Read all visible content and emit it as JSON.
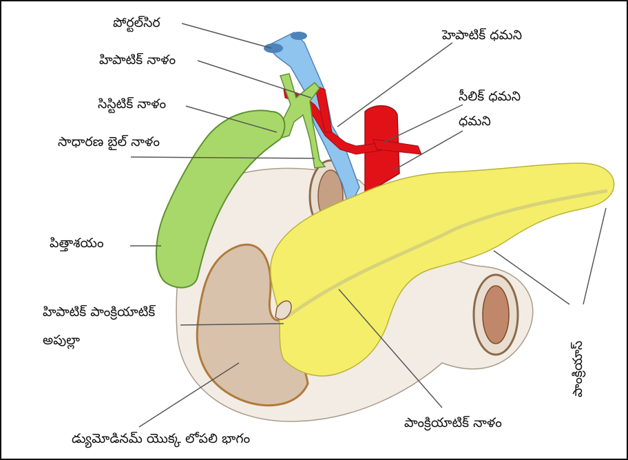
{
  "labels": {
    "portal_vein": "పోర్టల్‌సిర",
    "hepatic_duct": "హిపాటిక్ నాళం",
    "cystic_duct": "సిస్టిటిక్ నాళం",
    "common_bile_duct": "సాధారణ బైల్ నాళం",
    "gallbladder": "పిత్తాశయం",
    "ampulla_line1": "హిపాటిక్ పాంక్రియాటిక్",
    "ampulla_line2": "అపుల్లా",
    "duodenum_inner": "డ్యుమోడినమ్ యొక్క లోపలి భాగం",
    "hepatic_artery": "హెపాటిక్ ధమని",
    "celiac_artery": "సీలిక్ ధమని",
    "artery": "ధమని",
    "pancreas": "పాంక్రియాస్",
    "pancreatic_duct": "పాంక్రియాటిక్ నాళం"
  },
  "colors": {
    "gallbladder": "#a8d86a",
    "vein": "#8fc4ee",
    "artery": "#e01218",
    "pancreas": "#f4ee6a",
    "duodenum": "#f2ece4",
    "duodenum_inner": "#d8c2ac",
    "leader_line": "#555555"
  }
}
